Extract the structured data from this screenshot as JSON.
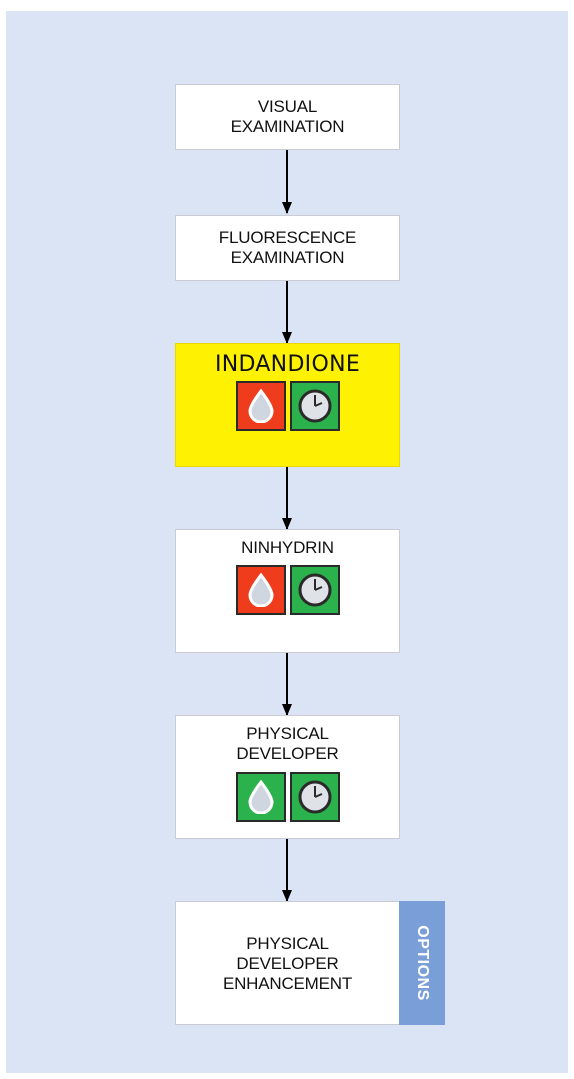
{
  "flowchart": {
    "steps": [
      {
        "label": "VISUAL\nEXAMINATION",
        "highlighted": false,
        "icons": []
      },
      {
        "label": "FLUORESCENCE\nEXAMINATION",
        "highlighted": false,
        "icons": []
      },
      {
        "label": "INDANDIONE",
        "highlighted": true,
        "icons": [
          {
            "name": "water-drop-icon",
            "color": "#ef3c1c"
          },
          {
            "name": "clock-icon",
            "color": "#2bb24c"
          }
        ]
      },
      {
        "label": "NINHYDRIN",
        "highlighted": false,
        "icons": [
          {
            "name": "water-drop-icon",
            "color": "#ef3c1c"
          },
          {
            "name": "clock-icon",
            "color": "#2bb24c"
          }
        ]
      },
      {
        "label": "PHYSICAL\nDEVELOPER",
        "highlighted": false,
        "icons": [
          {
            "name": "water-drop-icon",
            "color": "#2bb24c"
          },
          {
            "name": "clock-icon",
            "color": "#2bb24c"
          }
        ]
      },
      {
        "label": "PHYSICAL\nDEVELOPER\nENHANCEMENT",
        "highlighted": false,
        "icons": []
      }
    ],
    "options_label": "OPTIONS"
  },
  "colors": {
    "panel_background": "#dbe4f5",
    "highlight": "#fef202",
    "options_tab": "#7a9fd8"
  }
}
